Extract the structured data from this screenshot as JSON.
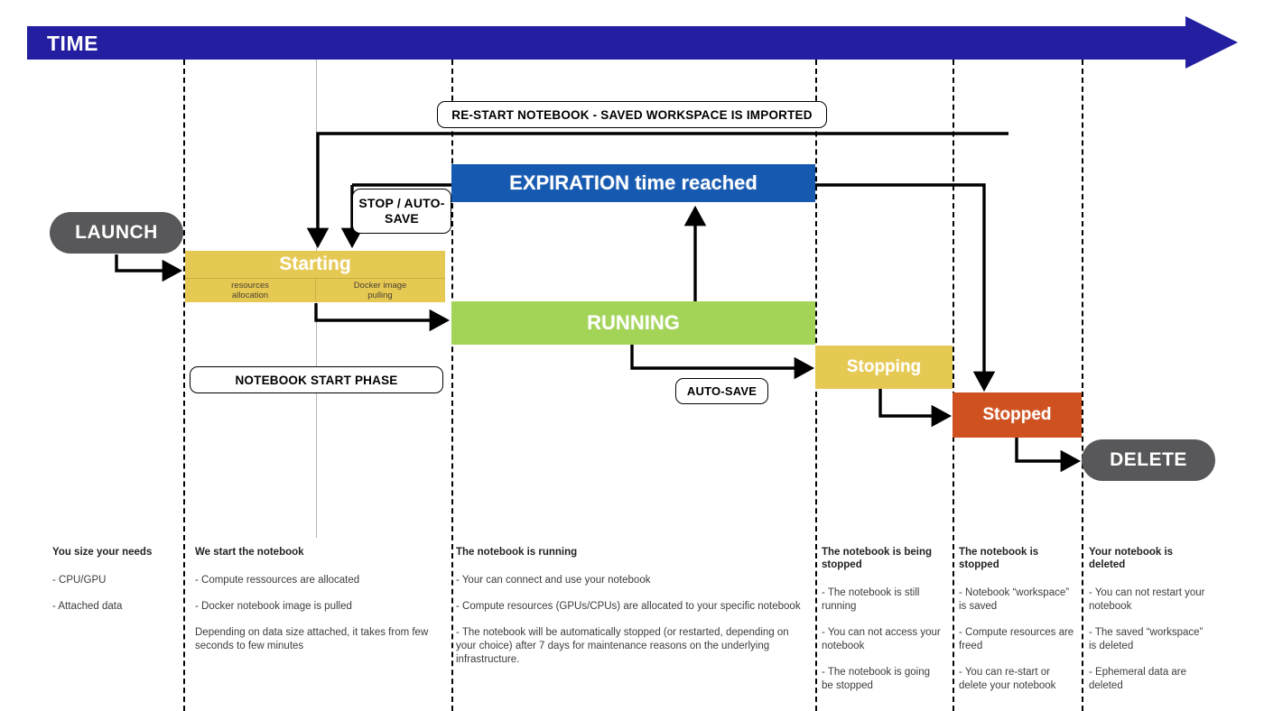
{
  "header": {
    "title": "TIME",
    "bar_color": "#231fa0",
    "arrow_icon": "right-arrow-icon"
  },
  "states": {
    "launch": {
      "label": "LAUNCH",
      "color": "#58585b"
    },
    "starting": {
      "label": "Starting",
      "color": "#e6c952",
      "substeps": [
        "resources\nallocation",
        "Docker image\npulling"
      ],
      "substep_1": "resources allocation",
      "substep_2": "Docker image pulling"
    },
    "expiration": {
      "label": "EXPIRATION time reached",
      "color": "#1559b0"
    },
    "running": {
      "label": "RUNNING",
      "color": "#a3d457"
    },
    "stopping": {
      "label": "Stopping",
      "color": "#e6c952"
    },
    "stopped": {
      "label": "Stopped",
      "color": "#cf5120"
    },
    "delete": {
      "label": "DELETE",
      "color": "#58585b"
    }
  },
  "callouts": {
    "restart": "RE-START NOTEBOOK - SAVED WORKSPACE IS IMPORTED",
    "stop_autosave": "STOP / AUTO-SAVE",
    "notebook_start_phase": "NOTEBOOK START PHASE",
    "autosave": "AUTO-SAVE"
  },
  "columns": [
    {
      "title": "You size your needs",
      "lines": [
        "- CPU/GPU",
        "- Attached data"
      ]
    },
    {
      "title": "We start the notebook",
      "lines": [
        "- Compute ressources are allocated",
        "- Docker notebook image is pulled",
        "Depending on data size attached, it takes from few seconds to few minutes"
      ]
    },
    {
      "title": "The notebook is running",
      "lines": [
        "- Your can connect and use your notebook",
        "- Compute resources (GPUs/CPUs) are allocated to your specific notebook",
        "- The notebook will be automatically stopped (or restarted, depending on your choice) after 7 days for maintenance reasons on the underlying infrastructure."
      ]
    },
    {
      "title": "The notebook is being stopped",
      "lines": [
        "- The notebook is still running",
        "- You can not access your notebook",
        "- The notebook is going be stopped"
      ]
    },
    {
      "title": "The notebook is stopped",
      "lines": [
        "- Notebook “workspace” is saved",
        "- Compute resources are freed",
        "- You can re-start or delete your notebook"
      ]
    },
    {
      "title": "Your notebook is deleted",
      "lines": [
        "- You can not restart your notebook",
        "- The saved “workspace” is deleted",
        "- Ephemeral data are deleted"
      ]
    }
  ],
  "guides": {
    "dashed_x": [
      203,
      500,
      903,
      1055,
      1198
    ],
    "grey_x": [
      350
    ]
  }
}
